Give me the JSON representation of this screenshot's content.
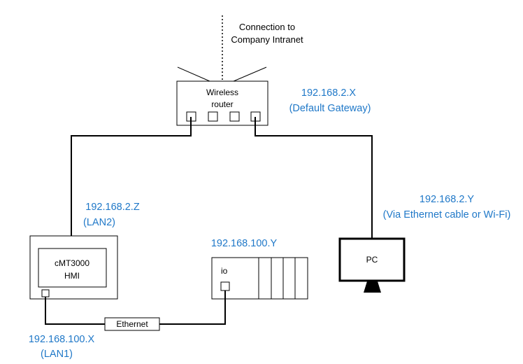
{
  "intranet": {
    "line1": "Connection to",
    "line2": "Company Intranet"
  },
  "router": {
    "line1": "Wireless",
    "line2": "router",
    "ip": "192.168.2.X",
    "role": "(Default Gateway)"
  },
  "hmi": {
    "line1": "cMT3000",
    "line2": "HMI",
    "lan2_ip": "192.168.2.Z",
    "lan2_label": "(LAN2)",
    "lan1_ip": "192.168.100.X",
    "lan1_label": "(LAN1)"
  },
  "io": {
    "label": "io",
    "ip": "192.168.100.Y"
  },
  "pc": {
    "label": "PC",
    "ip": "192.168.2.Y",
    "connection": "(Via Ethernet cable or Wi-Fi)"
  },
  "ethernet": {
    "label": "Ethernet"
  },
  "colors": {
    "ip_label": "#1f78c8",
    "lines": "#000000"
  }
}
